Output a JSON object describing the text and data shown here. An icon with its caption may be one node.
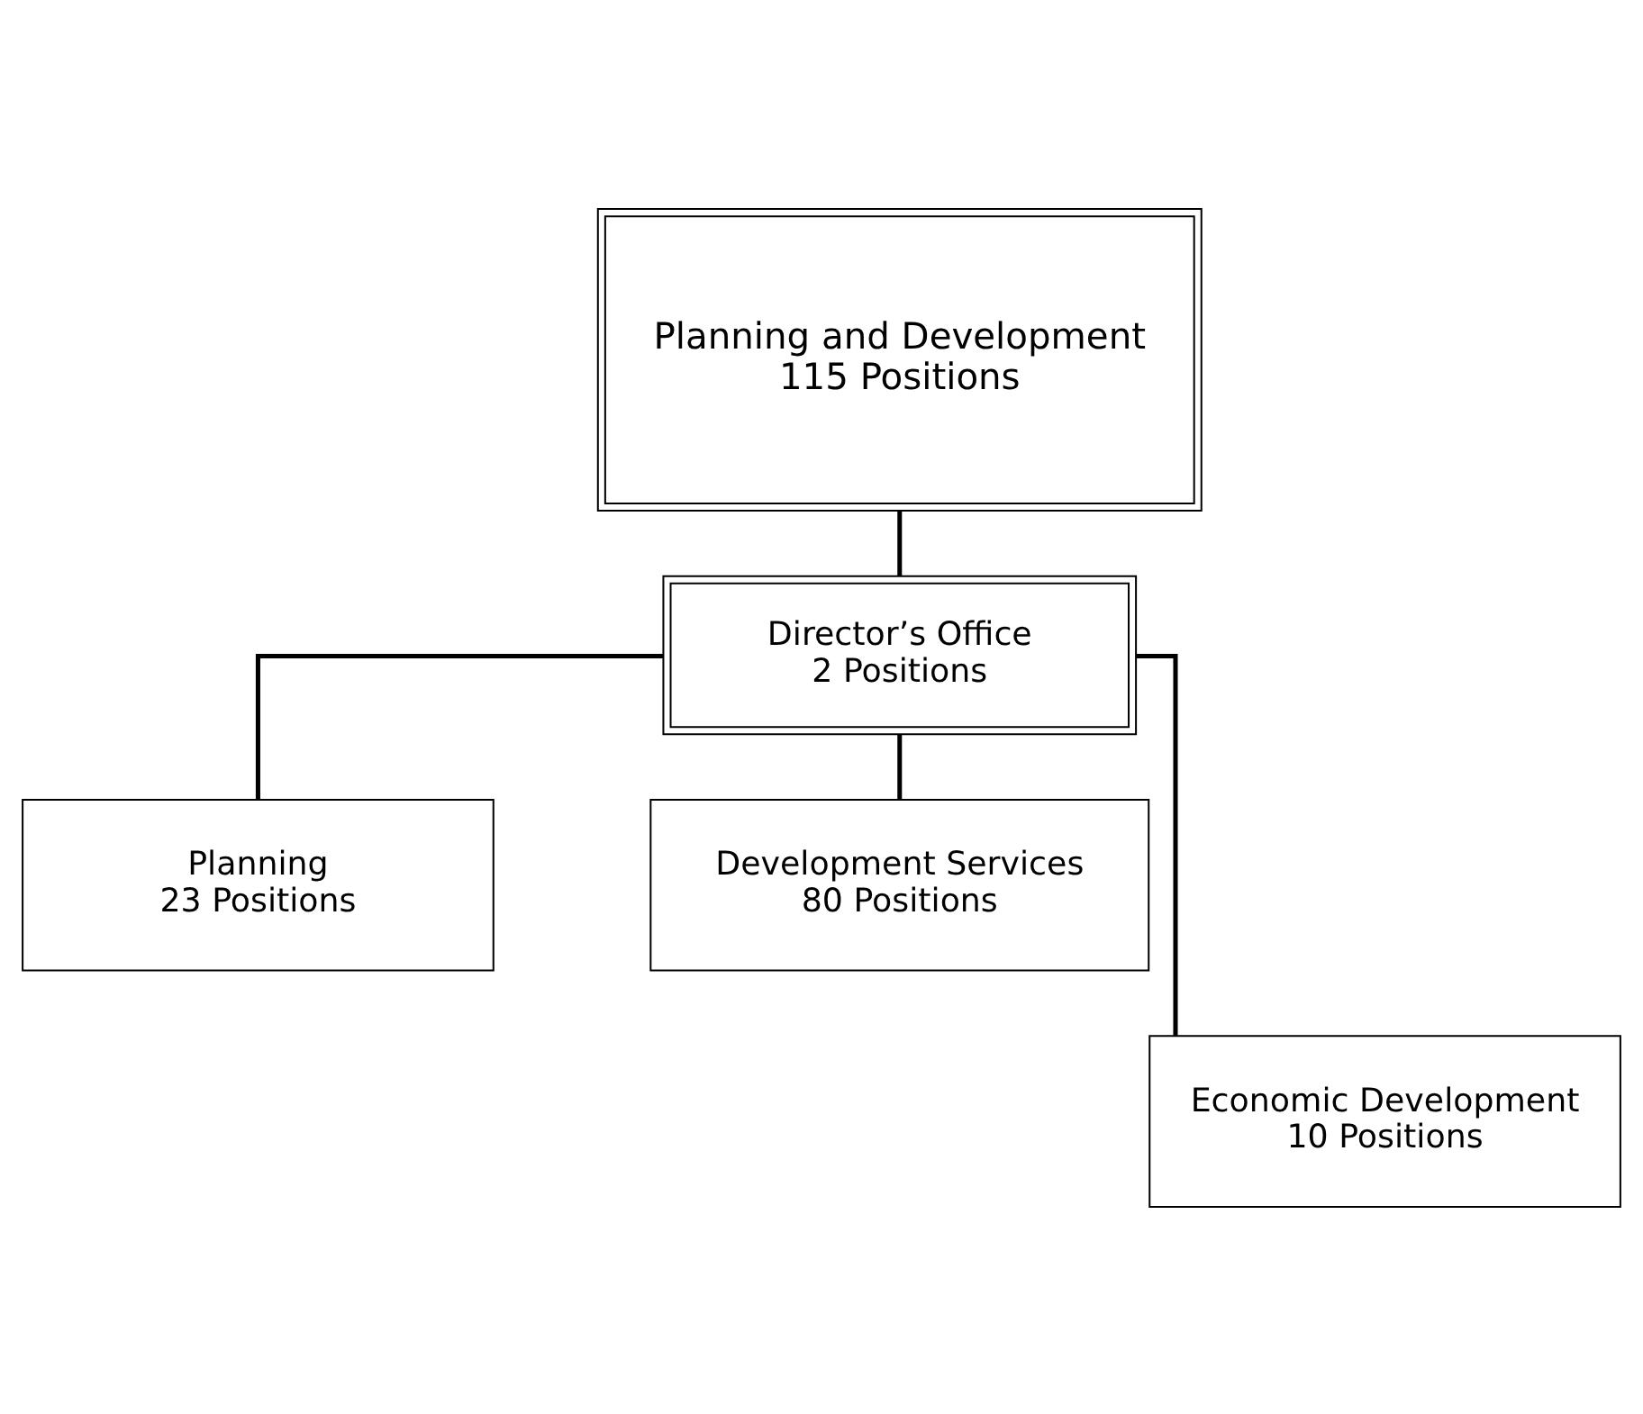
{
  "diagram": {
    "nodes": [
      {
        "text": [
          "Planning and Development",
          "115 Positions"
        ]
      },
      {
        "text": [
          "Director’s Office",
          "2 Positions"
        ]
      },
      {
        "text": [
          "Planning",
          "23 Positions"
        ]
      },
      {
        "text": [
          "Development Services",
          "80 Positions"
        ]
      },
      {
        "text": [
          "Economic Development",
          "10 Positions"
        ]
      }
    ],
    "edges": [
      {
        "from": 0,
        "to": 1,
        "arrow": "none"
      },
      {
        "from": 1,
        "to": 2,
        "arrow": "none"
      },
      {
        "from": 1,
        "to": 3,
        "arrow": "none"
      },
      {
        "from": 1,
        "to": 4,
        "arrow": "none"
      }
    ]
  }
}
